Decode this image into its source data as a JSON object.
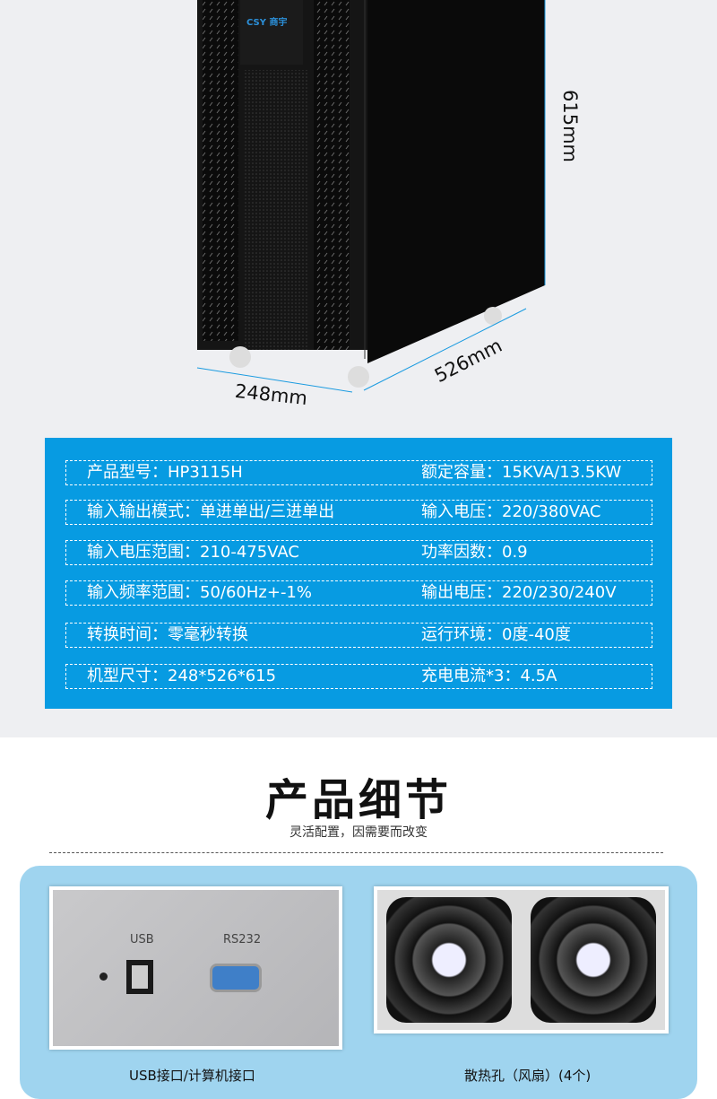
{
  "hero": {
    "logo": "CSY 商宇",
    "dimensions": {
      "height": "615mm",
      "depth": "526mm",
      "width": "248mm"
    }
  },
  "specs": [
    {
      "left": "产品型号：HP3115H",
      "right": "额定容量：15KVA/13.5KW"
    },
    {
      "left": "输入输出模式：单进单出/三进单出",
      "right": "输入电压：220/380VAC"
    },
    {
      "left": "输入电压范围：210-475VAC",
      "right": "功率因数：0.9"
    },
    {
      "left": "输入频率范围：50/60Hz+-1%",
      "right": "输出电压：220/230/240V"
    },
    {
      "left": "转换时间：零毫秒转换",
      "right": "运行环境：0度-40度"
    },
    {
      "left": "机型尺寸：248*526*615",
      "right": "充电电流*3：4.5A"
    }
  ],
  "details": {
    "title": "产品细节",
    "subtitle": "灵活配置，因需要而改变",
    "items": [
      {
        "caption": "USB接口/计算机接口",
        "labels": [
          "USB",
          "RS232"
        ]
      },
      {
        "caption": "散热孔（风扇）(4个)"
      }
    ]
  },
  "colors": {
    "spec_bg": "#079be2",
    "panel_bg": "#9fd4ef",
    "page_bg": "#eeeff2"
  }
}
